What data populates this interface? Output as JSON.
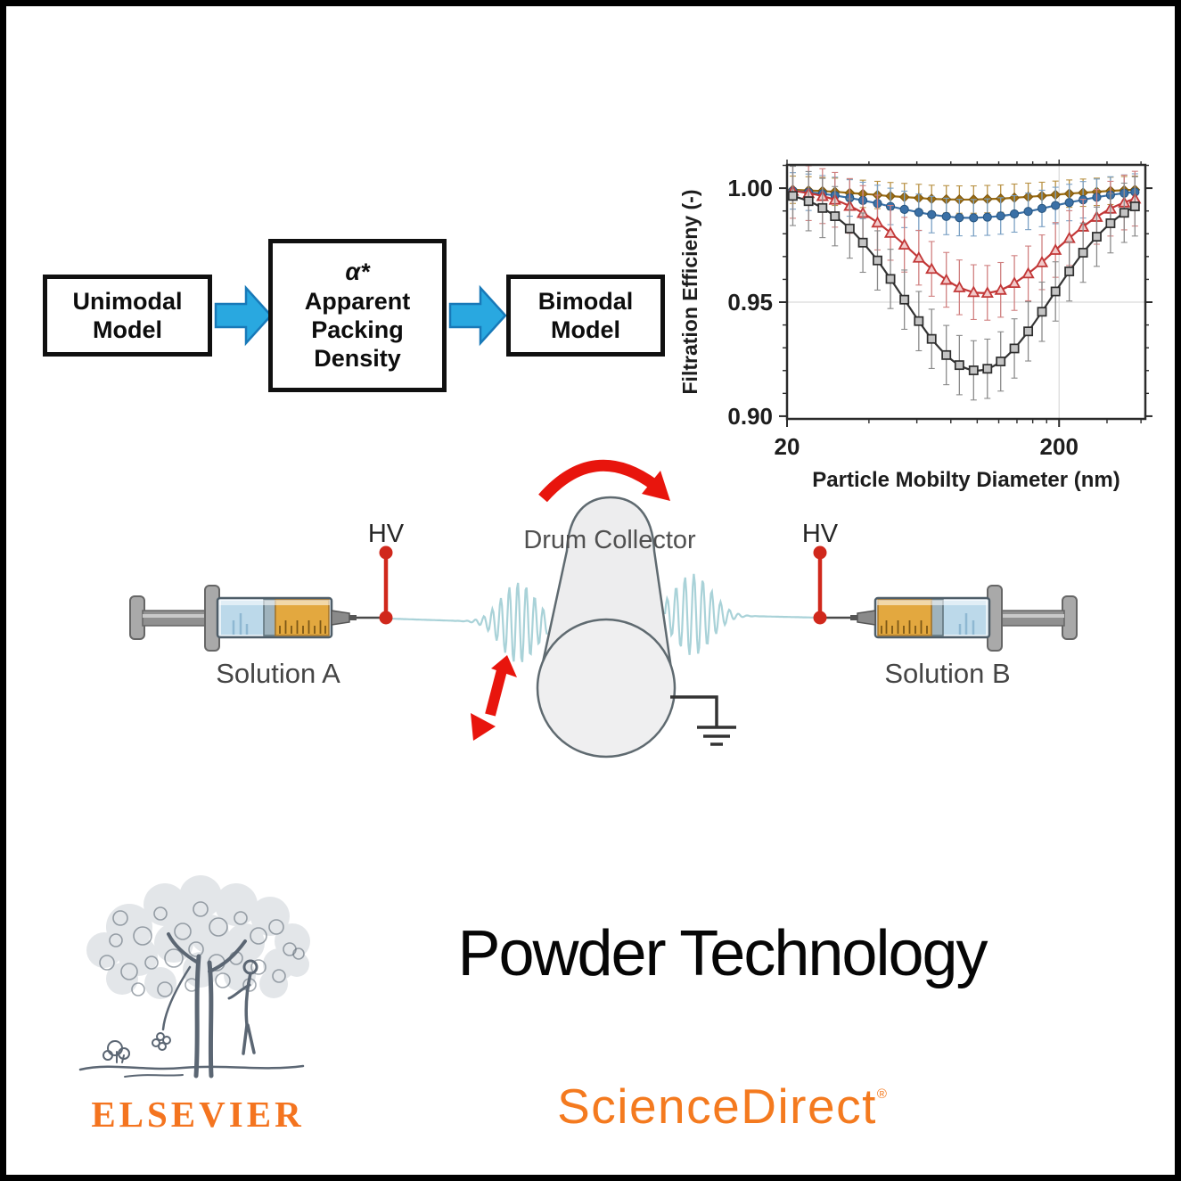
{
  "flow_diagram": {
    "boxes": [
      {
        "label": "Unimodal Model"
      },
      {
        "symbol": "α*",
        "label": "Apparent Packing Density"
      },
      {
        "label": "Bimodal Model"
      }
    ],
    "arrow_color": "#29a8e0",
    "arrow_edge_color": "#1879b8"
  },
  "chart_data": {
    "type": "line",
    "title": "",
    "xlabel": "Particle Mobilty Diameter (nm)",
    "ylabel": "Filtration Efficieny (-)",
    "x_scale": "log",
    "xlim": [
      20,
      415
    ],
    "ylim": [
      0.8988,
      1.0102
    ],
    "yticks": [
      1.0,
      0.95,
      0.9
    ],
    "ytick_labels": [
      "1.00",
      "0.95",
      "0.90"
    ],
    "yticks_minor": [
      1.01,
      0.99,
      0.98,
      0.97,
      0.96,
      0.94,
      0.93,
      0.92,
      0.91
    ],
    "xtick_labels": [
      {
        "value": 20,
        "label": "20"
      },
      {
        "value": 200,
        "label": "200"
      }
    ],
    "xticks_minor": [
      40,
      60,
      80,
      100,
      120,
      140,
      160,
      180,
      300,
      400
    ],
    "grid_y": [
      0.95
    ],
    "grid_x": [
      200
    ],
    "grid_on": true,
    "legend": "none",
    "x": [
      21,
      24,
      27,
      30,
      34,
      38,
      43,
      48,
      54,
      61,
      68,
      77,
      86,
      97,
      109,
      122,
      137,
      154,
      173,
      194,
      218,
      245,
      275,
      309,
      347,
      380
    ],
    "series": [
      {
        "marker": "diamond",
        "color": "#9c6d12",
        "err_color": "#b99245",
        "err": 0.006,
        "values": [
          0.9993,
          0.999,
          0.9987,
          0.9984,
          0.9979,
          0.9975,
          0.997,
          0.9965,
          0.9961,
          0.9957,
          0.9953,
          0.9951,
          0.995,
          0.995,
          0.9952,
          0.9954,
          0.9958,
          0.9962,
          0.9966,
          0.9971,
          0.9976,
          0.998,
          0.9984,
          0.9988,
          0.9991,
          0.9993
        ]
      },
      {
        "marker": "circle",
        "color": "#3a70a6",
        "err_color": "#7aa0c4",
        "err": 0.008,
        "values": [
          0.9988,
          0.9982,
          0.9975,
          0.9968,
          0.9957,
          0.9946,
          0.9933,
          0.992,
          0.9907,
          0.9894,
          0.9884,
          0.9876,
          0.9871,
          0.987,
          0.9873,
          0.9878,
          0.9887,
          0.9898,
          0.9911,
          0.9924,
          0.9937,
          0.9949,
          0.996,
          0.997,
          0.9978,
          0.9983
        ]
      },
      {
        "marker": "triangle",
        "color": "#c23737",
        "err_color": "#d08080",
        "err": 0.012,
        "values": [
          0.9988,
          0.9978,
          0.9965,
          0.9949,
          0.9922,
          0.9891,
          0.9849,
          0.9804,
          0.9752,
          0.9695,
          0.9646,
          0.9598,
          0.9565,
          0.9544,
          0.9541,
          0.9554,
          0.9584,
          0.9626,
          0.9675,
          0.9729,
          0.9781,
          0.9831,
          0.9874,
          0.991,
          0.9937,
          0.9954
        ]
      },
      {
        "marker": "square",
        "color": "#343434",
        "err_color": "#8a8a8a",
        "err": 0.013,
        "values": [
          0.9966,
          0.9943,
          0.9913,
          0.9877,
          0.9823,
          0.9761,
          0.9683,
          0.9602,
          0.9511,
          0.9417,
          0.9339,
          0.9268,
          0.9224,
          0.9201,
          0.9208,
          0.924,
          0.9297,
          0.9372,
          0.9458,
          0.9547,
          0.9635,
          0.9717,
          0.9787,
          0.9846,
          0.9892,
          0.992
        ]
      }
    ]
  },
  "apparatus": {
    "hv_label": "HV",
    "drum_label": "Drum Collector",
    "solution_a_label": "Solution A",
    "solution_b_label": "Solution B",
    "colors": {
      "jet": "#a9d2d8",
      "electrode": "#d0281c",
      "arrow_red": "#e8150d"
    }
  },
  "footer": {
    "journal_title": "Powder Technology",
    "publisher_wordmark": "ELSEVIER",
    "platform_name": "ScienceDirect",
    "registered_mark": "®",
    "brand_orange": "#f47a1f"
  }
}
